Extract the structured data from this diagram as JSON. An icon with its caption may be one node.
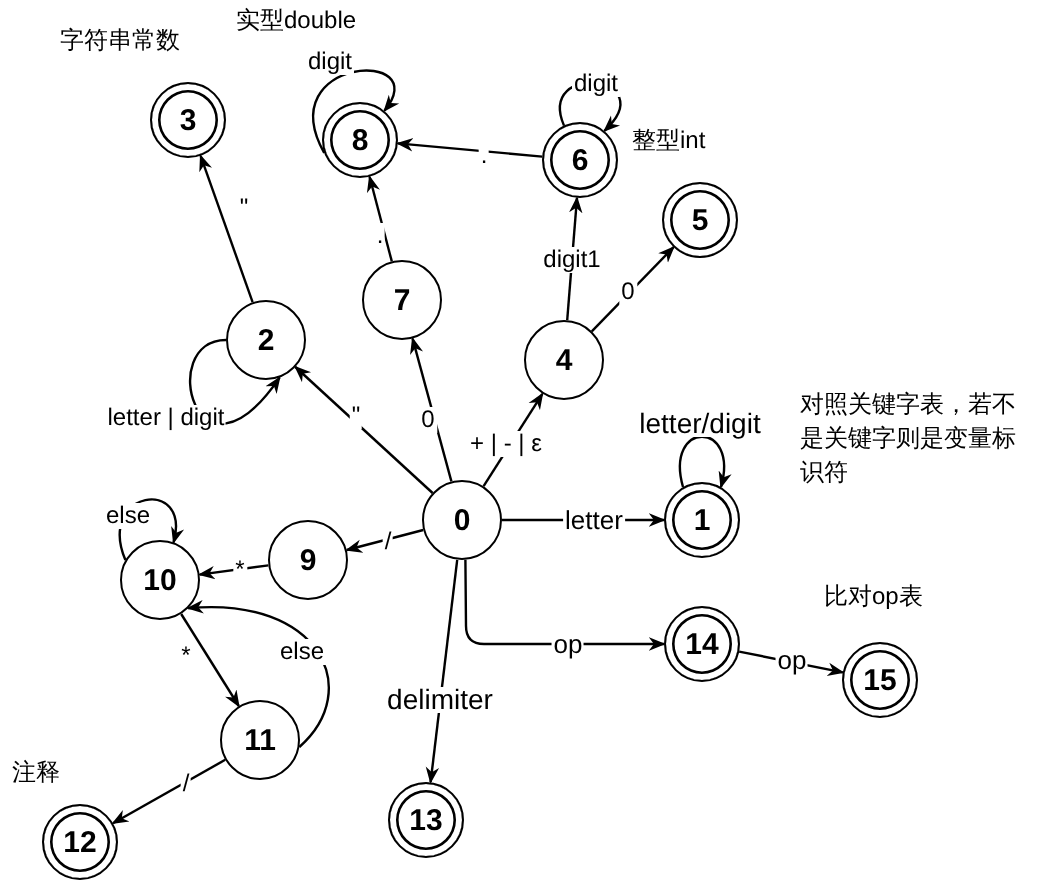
{
  "diagram": {
    "nodes": [
      {
        "text": [
          "0"
        ]
      },
      {
        "text": [
          "1"
        ],
        "beside": [
          "对照关键字表，若不是关键字则是变量标识符"
        ]
      },
      {
        "text": [
          "2"
        ]
      },
      {
        "text": [
          "3"
        ],
        "beside": [
          "字符串常数"
        ]
      },
      {
        "text": [
          "4"
        ]
      },
      {
        "text": [
          "5"
        ]
      },
      {
        "text": [
          "6"
        ],
        "beside": [
          "整型int"
        ]
      },
      {
        "text": [
          "7"
        ]
      },
      {
        "text": [
          "8"
        ],
        "beside": [
          "实型double"
        ]
      },
      {
        "text": [
          "9"
        ]
      },
      {
        "text": [
          "10"
        ]
      },
      {
        "text": [
          "11"
        ]
      },
      {
        "text": [
          "12"
        ],
        "beside": [
          "注释"
        ]
      },
      {
        "text": [
          "13"
        ]
      },
      {
        "text": [
          "14"
        ]
      },
      {
        "text": [
          "15"
        ],
        "beside": [
          "比对op表"
        ]
      }
    ],
    "edges": [
      {
        "from": 0,
        "to": 1,
        "arrow": "to",
        "label": "letter"
      },
      {
        "from": 1,
        "to": 1,
        "arrow": "to",
        "label": "letter/digit"
      },
      {
        "from": 0,
        "to": 2,
        "arrow": "to",
        "label": "\""
      },
      {
        "from": 2,
        "to": 2,
        "arrow": "to",
        "label": "letter | digit"
      },
      {
        "from": 2,
        "to": 3,
        "arrow": "to",
        "label": "\""
      },
      {
        "from": 0,
        "to": 4,
        "arrow": "to",
        "label": "+ | - | ε"
      },
      {
        "from": 4,
        "to": 5,
        "arrow": "to",
        "label": "0"
      },
      {
        "from": 4,
        "to": 6,
        "arrow": "to",
        "label": "digit1"
      },
      {
        "from": 6,
        "to": 6,
        "arrow": "to",
        "label": "digit"
      },
      {
        "from": 6,
        "to": 8,
        "arrow": "to",
        "label": "."
      },
      {
        "from": 7,
        "to": 8,
        "arrow": "to",
        "label": "."
      },
      {
        "from": 0,
        "to": 7,
        "arrow": "to",
        "label": "0"
      },
      {
        "from": 8,
        "to": 8,
        "arrow": "to",
        "label": "digit"
      },
      {
        "from": 0,
        "to": 9,
        "arrow": "to",
        "label": "/"
      },
      {
        "from": 9,
        "to": 10,
        "arrow": "to",
        "label": "*"
      },
      {
        "from": 10,
        "to": 10,
        "arrow": "to",
        "label": "else"
      },
      {
        "from": 10,
        "to": 11,
        "arrow": "to",
        "label": "*"
      },
      {
        "from": 11,
        "to": 10,
        "arrow": "to",
        "label": "else"
      },
      {
        "from": 11,
        "to": 12,
        "arrow": "to",
        "label": "/"
      },
      {
        "from": 0,
        "to": 13,
        "arrow": "to",
        "label": "delimiter"
      },
      {
        "from": 0,
        "to": 14,
        "arrow": "to",
        "label": "op"
      },
      {
        "from": 14,
        "to": 15,
        "arrow": "to",
        "label": "op"
      }
    ]
  }
}
